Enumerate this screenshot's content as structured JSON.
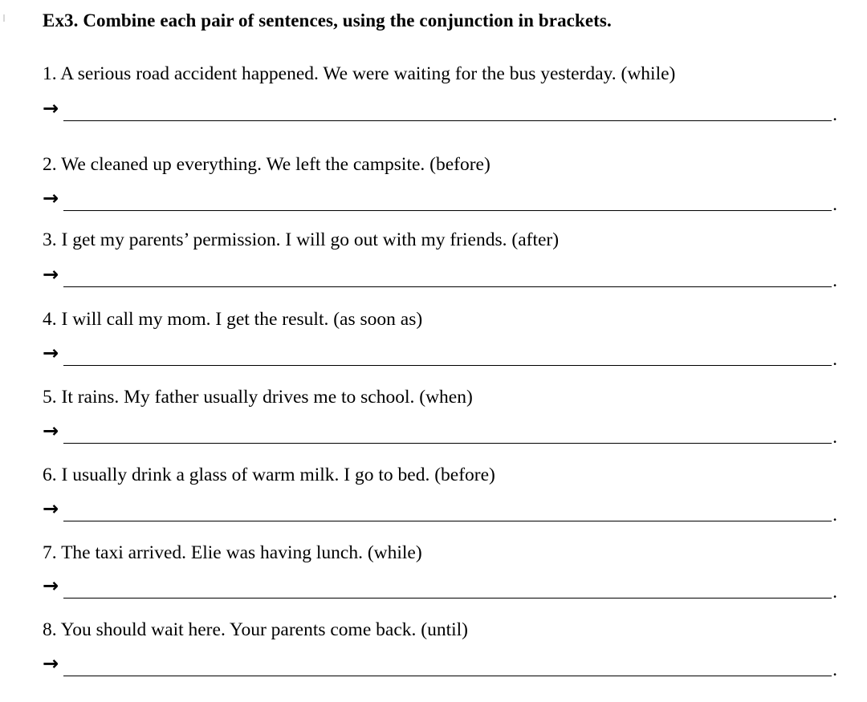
{
  "document": {
    "title": "Ex3. Combine each pair of sentences, using the conjunction in brackets.",
    "arrow_glyph": "→",
    "answer_end_mark": ".",
    "text_color": "#000000",
    "background_color": "#ffffff",
    "items": [
      {
        "number": "1.",
        "prompt": "1. A serious road accident happened. We were waiting for the bus yesterday. (while)",
        "sentence_a": "A serious road accident happened.",
        "sentence_b": "We were waiting for the bus yesterday.",
        "conjunction": "(while)",
        "answer": ""
      },
      {
        "number": "2.",
        "prompt": "2. We cleaned up everything. We left the campsite. (before)",
        "sentence_a": "We cleaned up everything.",
        "sentence_b": "We left the campsite.",
        "conjunction": "(before)",
        "answer": ""
      },
      {
        "number": "3.",
        "prompt": "3. I get my parents’ permission. I will go out with my friends. (after)",
        "sentence_a": "I get my parents’ permission.",
        "sentence_b": "I will go out with my friends.",
        "conjunction": "(after)",
        "answer": ""
      },
      {
        "number": "4.",
        "prompt": "4. I will call my mom. I get the result. (as soon as)",
        "sentence_a": "I will call my mom.",
        "sentence_b": "I get the result.",
        "conjunction": "(as soon as)",
        "answer": ""
      },
      {
        "number": "5.",
        "prompt": "5. It rains. My father usually drives me to school. (when)",
        "sentence_a": "It rains.",
        "sentence_b": "My father usually drives me to school.",
        "conjunction": "(when)",
        "answer": ""
      },
      {
        "number": "6.",
        "prompt": "6. I usually drink a glass of warm milk. I go to bed. (before)",
        "sentence_a": "I usually drink a glass of warm milk.",
        "sentence_b": "I go to bed.",
        "conjunction": "(before)",
        "answer": ""
      },
      {
        "number": "7.",
        "prompt": "7. The taxi arrived. Elie was having lunch. (while)",
        "sentence_a": "The taxi arrived.",
        "sentence_b": "Elie was having lunch.",
        "conjunction": "(while)",
        "answer": ""
      },
      {
        "number": "8.",
        "prompt": "8. You should wait here. Your parents come back. (until)",
        "sentence_a": "You should wait here.",
        "sentence_b": "Your parents come back.",
        "conjunction": "(until)",
        "answer": ""
      }
    ]
  },
  "layout": {
    "prompt_tops": [
      78,
      191,
      285,
      384,
      481,
      578,
      675,
      771
    ],
    "answer_tops": [
      128,
      240,
      335,
      433,
      530,
      627,
      723,
      820
    ]
  }
}
